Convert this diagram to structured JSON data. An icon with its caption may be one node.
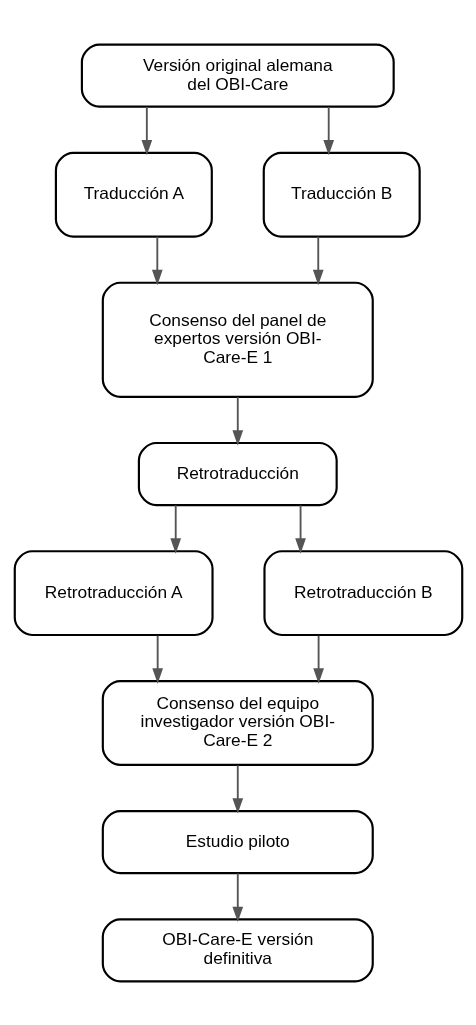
{
  "diagram": {
    "nodes": [
      {
        "text": [
          "Versión original alemana del OBI-Care"
        ]
      },
      {
        "text": [
          "Traducción A"
        ]
      },
      {
        "text": [
          "Traducción B"
        ]
      },
      {
        "text": [
          "Consenso del panel de expertos versión OBI-Care-E 1"
        ]
      },
      {
        "text": [
          "Retrotraducción"
        ]
      },
      {
        "text": [
          "Retrotraducción A"
        ]
      },
      {
        "text": [
          "Retrotraducción B"
        ]
      },
      {
        "text": [
          "Consenso del equipo investigador versión OBI-Care-E 2"
        ]
      },
      {
        "text": [
          "Estudio piloto"
        ]
      },
      {
        "text": [
          "OBI-Care-E versión definitiva"
        ]
      }
    ],
    "edges": [
      {
        "from": 0,
        "to": 1,
        "arrow": "to"
      },
      {
        "from": 0,
        "to": 2,
        "arrow": "to"
      },
      {
        "from": 1,
        "to": 3,
        "arrow": "to"
      },
      {
        "from": 2,
        "to": 3,
        "arrow": "to"
      },
      {
        "from": 3,
        "to": 4,
        "arrow": "to"
      },
      {
        "from": 4,
        "to": 5,
        "arrow": "to"
      },
      {
        "from": 4,
        "to": 6,
        "arrow": "to"
      },
      {
        "from": 5,
        "to": 7,
        "arrow": "to"
      },
      {
        "from": 6,
        "to": 7,
        "arrow": "to"
      },
      {
        "from": 7,
        "to": 8,
        "arrow": "to"
      },
      {
        "from": 8,
        "to": 9,
        "arrow": "to"
      }
    ]
  }
}
